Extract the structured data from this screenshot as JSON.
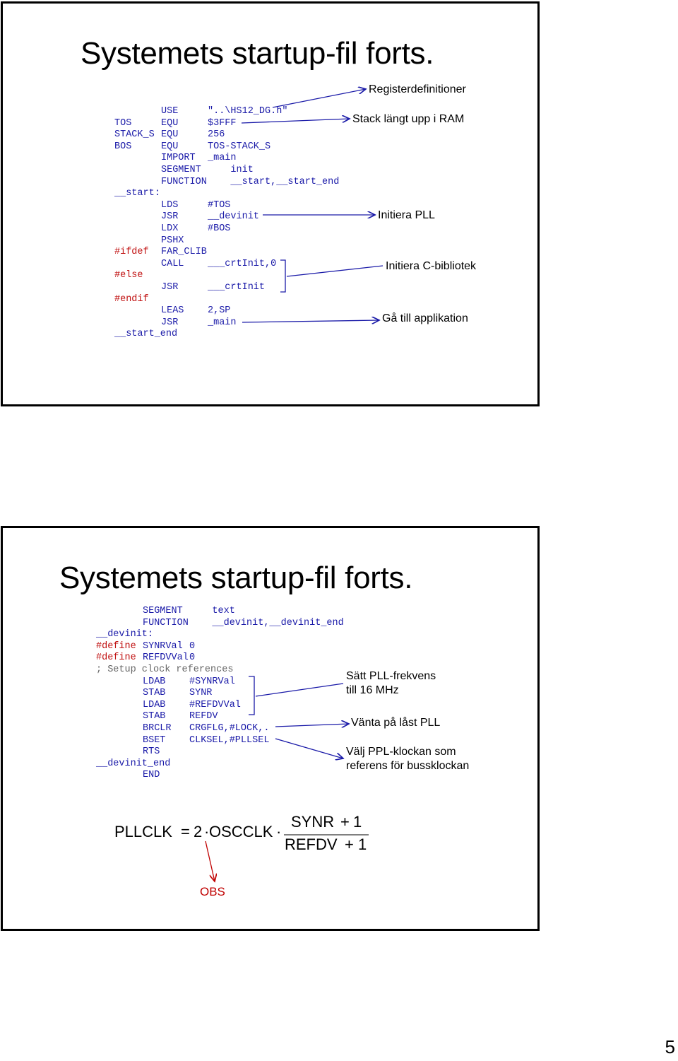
{
  "slide1": {
    "title": "Systemets startup-fil forts.",
    "code_lines": [
      {
        "label": "",
        "op": "USE",
        "arg": "\"..\\HS12_DG.h\""
      },
      {
        "label": "TOS",
        "op": "EQU",
        "arg": "$3FFF"
      },
      {
        "label": "STACK_S",
        "op": "EQU",
        "arg": "256"
      },
      {
        "label": "BOS",
        "op": "EQU",
        "arg": "TOS-STACK_S"
      },
      {
        "label": "",
        "op": "IMPORT",
        "arg": "_main"
      },
      {
        "label": "",
        "op": "SEGMENT",
        "arg": "    init"
      },
      {
        "label": "",
        "op": "FUNCTION",
        "arg": "    __start,__start_end"
      },
      {
        "label": "__start:",
        "op": "",
        "arg": ""
      },
      {
        "label": "",
        "op": "LDS",
        "arg": "#TOS"
      },
      {
        "label": "",
        "op": "JSR",
        "arg": "__devinit"
      },
      {
        "label": "",
        "op": "LDX",
        "arg": "#BOS"
      },
      {
        "label": "",
        "op": "PSHX",
        "arg": ""
      },
      {
        "label": "#ifdef",
        "op": "FAR_CLIB",
        "arg": ""
      },
      {
        "label": "",
        "op": "CALL",
        "arg": "___crtInit,0"
      },
      {
        "label": "#else",
        "op": "",
        "arg": ""
      },
      {
        "label": "",
        "op": "JSR",
        "arg": "___crtInit"
      },
      {
        "label": "#endif",
        "op": "",
        "arg": ""
      },
      {
        "label": "",
        "op": "LEAS",
        "arg": "2,SP"
      },
      {
        "label": "",
        "op": "JSR",
        "arg": "_main"
      },
      {
        "label": "__start_end",
        "op": "",
        "arg": ""
      }
    ],
    "notes": {
      "registers": "Registerdefinitioner",
      "stack": "Stack längt upp i RAM",
      "init_pll": "Initiera PLL",
      "init_clib": "Initiera C-bibliotek",
      "goto_app": "Gå till applikation"
    }
  },
  "slide2": {
    "title": "Systemets startup-fil forts.",
    "code_lines": [
      {
        "label": "",
        "op": "SEGMENT",
        "arg": "    text",
        "style": ""
      },
      {
        "label": "",
        "op": "FUNCTION",
        "arg": "    __devinit,__devinit_end",
        "style": ""
      },
      {
        "label": "__devinit:",
        "op": "",
        "arg": "",
        "style": ""
      },
      {
        "label": "#define",
        "op": "SYNRVal",
        "arg": "0",
        "style": "red-label"
      },
      {
        "label": "#define",
        "op": "REFDVVal",
        "arg": "0",
        "style": "red-label"
      },
      {
        "label": "; Setup clock references",
        "op": "",
        "arg": "",
        "style": "comment"
      },
      {
        "label": "",
        "op": "LDAB",
        "arg": "#SYNRVal",
        "style": ""
      },
      {
        "label": "",
        "op": "STAB",
        "arg": "SYNR",
        "style": ""
      },
      {
        "label": "",
        "op": "LDAB",
        "arg": "#REFDVVal",
        "style": ""
      },
      {
        "label": "",
        "op": "STAB",
        "arg": "REFDV",
        "style": ""
      },
      {
        "label": "",
        "op": "BRCLR",
        "arg": "CRGFLG,#LOCK,.",
        "style": ""
      },
      {
        "label": "",
        "op": "BSET",
        "arg": "CLKSEL,#PLLSEL",
        "style": ""
      },
      {
        "label": "",
        "op": "RTS",
        "arg": "",
        "style": ""
      },
      {
        "label": "__devinit_end",
        "op": "",
        "arg": "",
        "style": ""
      },
      {
        "label": "",
        "op": "END",
        "arg": "",
        "style": ""
      }
    ],
    "notes": {
      "set_pll_1": "Sätt PLL-frekvens",
      "set_pll_2": "till 16 MHz",
      "wait_lock": "Vänta på låst PLL",
      "select_1": "Välj PPL-klockan som",
      "select_2": "referens för bussklockan"
    },
    "formula": {
      "lhs": "PLLCLK",
      "eq": "=",
      "factor": "2",
      "osc": "OSCCLK",
      "numerator": "SYNR",
      "num_plus": "+",
      "num_one": "1",
      "denominator": "REFDV",
      "den_plus": "+",
      "den_one": "1",
      "obs": "OBS"
    }
  },
  "page_number": "5",
  "colors": {
    "code": "#1a1aa8",
    "directive": "#c01010",
    "arrow": "#1a1aa8",
    "obs": "#c00000"
  }
}
